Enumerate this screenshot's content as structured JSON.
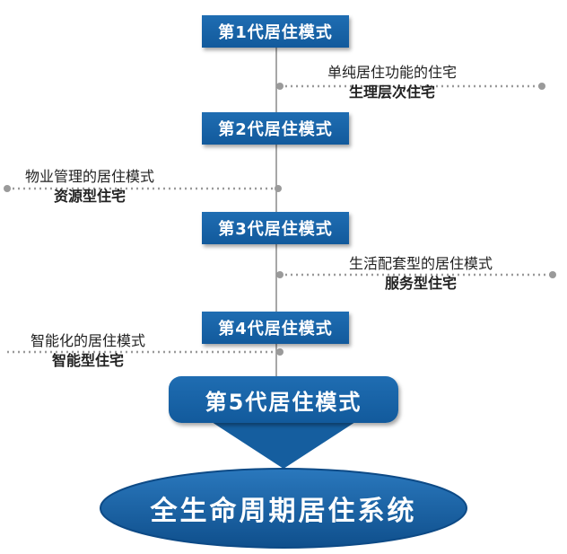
{
  "generations": [
    {
      "label": "第1代居住模式"
    },
    {
      "label": "第2代居住模式"
    },
    {
      "label": "第3代居住模式"
    },
    {
      "label": "第4代居住模式"
    }
  ],
  "notes": [
    {
      "side": "right",
      "line1": "单纯居住功能的住宅",
      "line2": "生理层次住宅"
    },
    {
      "side": "left",
      "line1": "物业管理的居住模式",
      "line2": "资源型住宅"
    },
    {
      "side": "right",
      "line1": "生活配套型的居住模式",
      "line2": "服务型住宅"
    },
    {
      "side": "left",
      "line1": "智能化的居住模式",
      "line2": "智能型住宅"
    }
  ],
  "gen5": {
    "label": "第5代居住模式"
  },
  "final": {
    "label": "全生命周期居住系统"
  },
  "colors": {
    "box": "#1a64a8",
    "line": "#888888",
    "dots": "#999999",
    "text": "#222222"
  }
}
